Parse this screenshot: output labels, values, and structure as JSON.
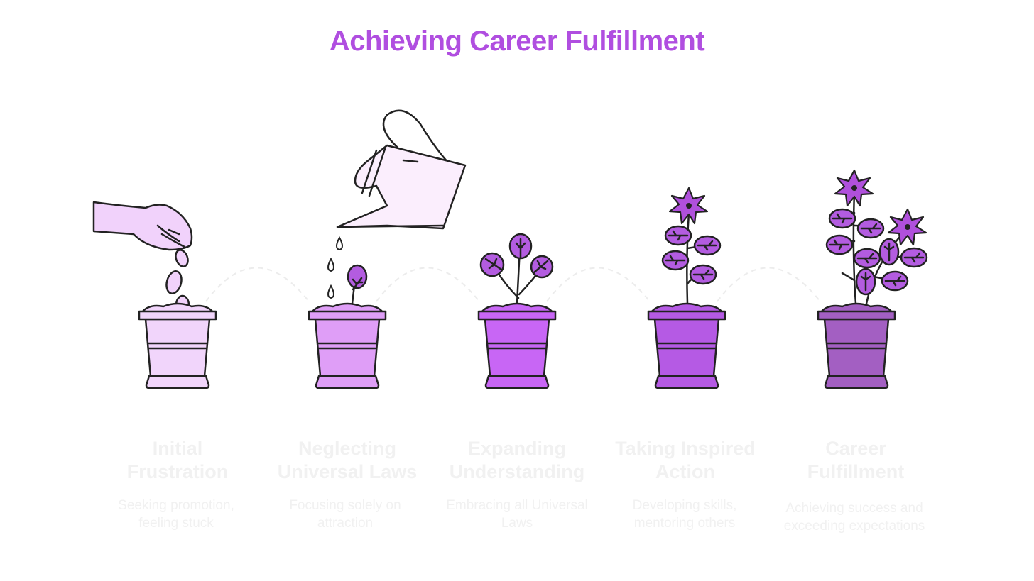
{
  "title": "Achieving Career Fulfillment",
  "colors": {
    "title": "#b04ee0",
    "stroke": "#222222",
    "connector": "#ececec",
    "pot_1": "#f1d5fb",
    "pot_2": "#df9ef7",
    "pot_3": "#c866f5",
    "pot_4": "#b55ae4",
    "pot_5": "#a35fc2",
    "leaf": "#b35ce0",
    "flower": "#b050dc",
    "light": "#f1d2fb",
    "can": "#fbeefd",
    "text_faint": "#f1f1f1"
  },
  "stages": [
    {
      "label": "Initial Frustration",
      "description": "Seeking promotion, feeling stuck"
    },
    {
      "label": "Neglecting Universal Laws",
      "description": "Focusing solely on attraction"
    },
    {
      "label": "Expanding Understanding",
      "description": "Embracing all Universal Laws"
    },
    {
      "label": "Taking Inspired Action",
      "description": "Developing skills, mentoring others"
    },
    {
      "label": "Career Fulfillment",
      "description": "Achieving success and exceeding expectations"
    }
  ],
  "icons": [
    "hand-icon",
    "watering-can-icon",
    "sprout-icon",
    "flowering-plant-icon",
    "flowering-plant-icon"
  ]
}
